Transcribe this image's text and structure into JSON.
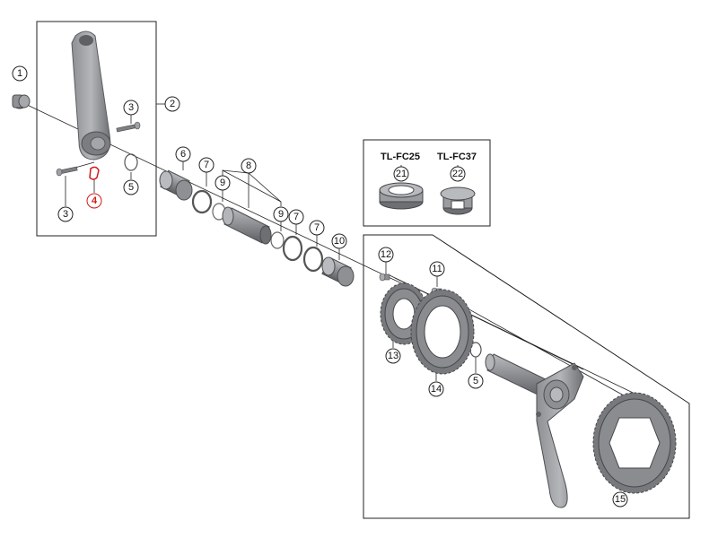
{
  "callouts": {
    "c1": "1",
    "c2": "2",
    "c3a": "3",
    "c3b": "3",
    "c4": "4",
    "c5a": "5",
    "c5b": "5",
    "c6": "6",
    "c7a": "7",
    "c7b": "7",
    "c7c": "7",
    "c8": "8",
    "c9a": "9",
    "c9b": "9",
    "c10": "10",
    "c11": "11",
    "c12": "12",
    "c13": "13",
    "c14": "14",
    "c15": "15",
    "c21": "21",
    "c22": "22"
  },
  "tools": {
    "tool_a": "TL-FC25",
    "tool_b": "TL-FC37"
  },
  "colors": {
    "part_fill": "#7a7c80",
    "part_dark": "#55575a",
    "part_light": "#a9abae",
    "highlight": "#d11a1a"
  }
}
